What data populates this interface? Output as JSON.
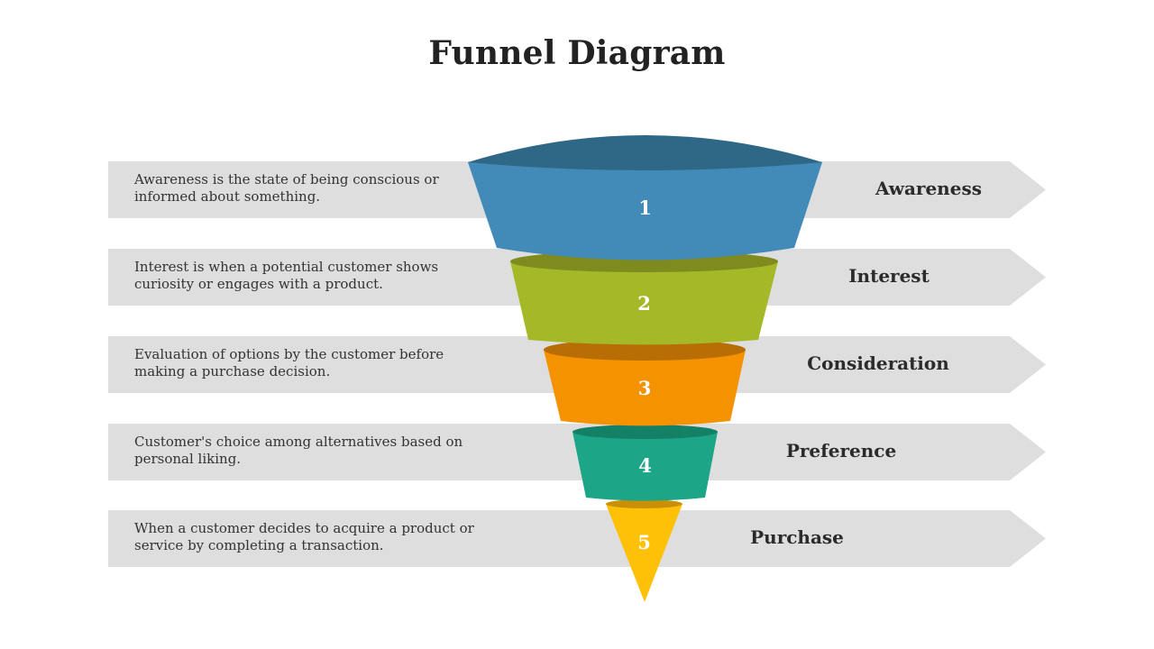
{
  "title": "Funnel Diagram",
  "colors": {
    "band": "#dedede",
    "number": "#ffffff"
  },
  "stages": [
    {
      "number": "1",
      "label": "Awareness",
      "description": "Awareness is the state of being conscious or informed about something.",
      "color": "#428bb8",
      "top_color": "#2f6886"
    },
    {
      "number": "2",
      "label": "Interest",
      "description": "Interest is when a potential customer shows curiosity or engages with a product.",
      "color": "#a5b828",
      "top_color": "#7f8a1f"
    },
    {
      "number": "3",
      "label": "Consideration",
      "description": "Evaluation of options by the customer before making a purchase decision.",
      "color": "#f59200",
      "top_color": "#b86d05"
    },
    {
      "number": "4",
      "label": "Preference",
      "description": "Customer's choice among alternatives based on personal liking.",
      "color": "#1da587",
      "top_color": "#148066"
    },
    {
      "number": "5",
      "label": "Purchase",
      "description": "When a customer decides to acquire a product or service by completing a transaction.",
      "color": "#ffc107",
      "top_color": "#c98f06"
    }
  ]
}
